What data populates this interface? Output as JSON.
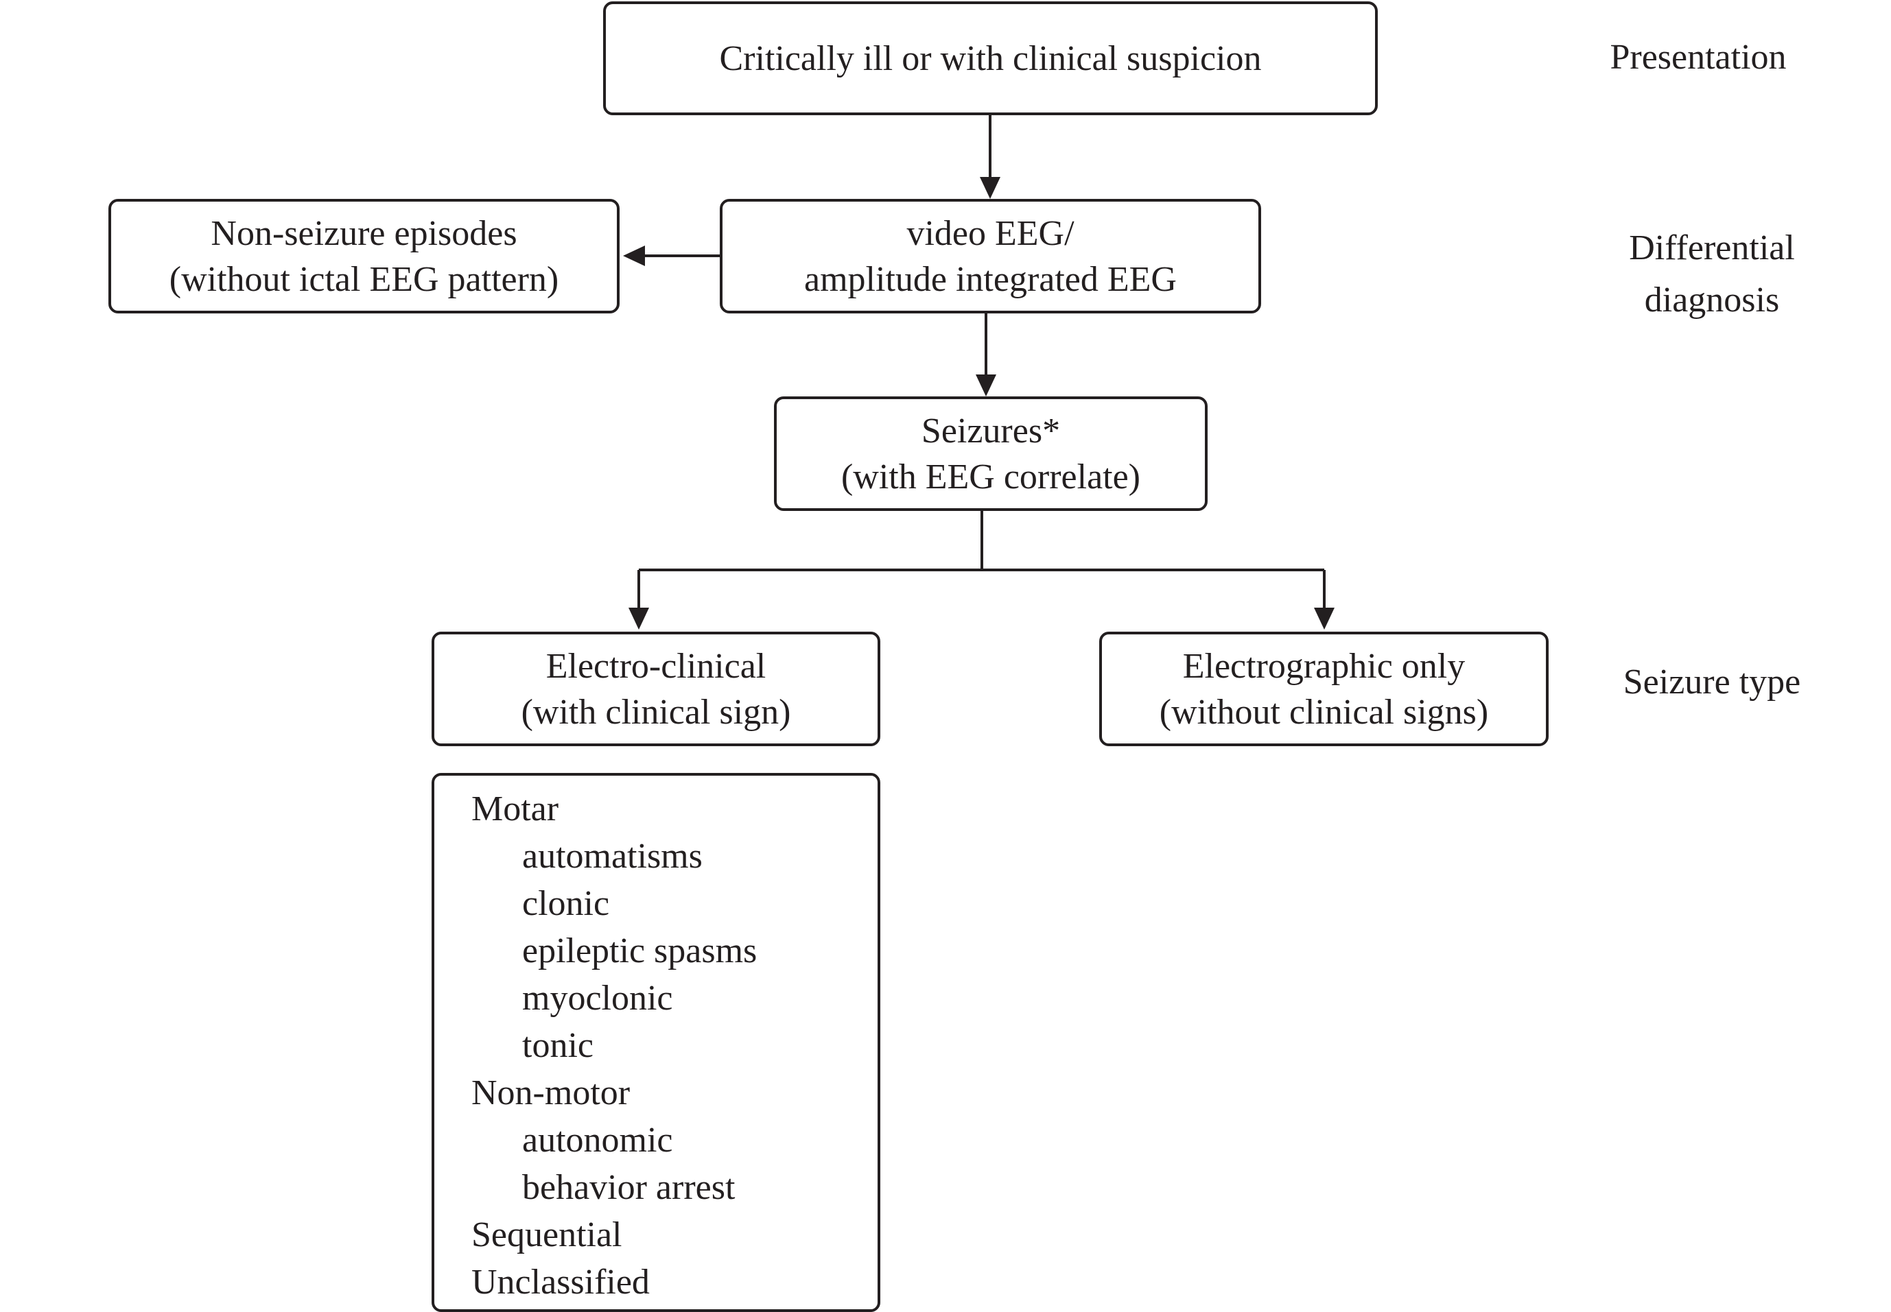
{
  "nodes": {
    "presentation": {
      "lines": [
        "Critically ill or with clinical suspicion"
      ]
    },
    "eeg": {
      "lines": [
        "video EEG/",
        "amplitude integrated EEG"
      ]
    },
    "non_seizure": {
      "lines": [
        "Non-seizure episodes",
        "(without ictal EEG pattern)"
      ]
    },
    "seizures": {
      "lines": [
        "Seizures*",
        "(with EEG correlate)"
      ]
    },
    "electro_clinical": {
      "lines": [
        "Electro-clinical",
        "(with clinical sign)"
      ]
    },
    "electrographic": {
      "lines": [
        "Electrographic only",
        "(without clinical signs)"
      ]
    }
  },
  "stage_labels": {
    "presentation": [
      "Presentation"
    ],
    "differential": [
      "Differential",
      "diagnosis"
    ],
    "seizure_type": [
      "Seizure type"
    ]
  },
  "clinical_signs": {
    "motor": {
      "label": "Motar",
      "items": [
        "automatisms",
        "clonic",
        "epileptic spasms",
        "myoclonic",
        "tonic"
      ]
    },
    "non_motor": {
      "label": "Non-motor",
      "items": [
        "autonomic",
        "behavior arrest"
      ]
    },
    "sequential": {
      "label": "Sequential"
    },
    "unclassified": {
      "label": "Unclassified"
    }
  }
}
